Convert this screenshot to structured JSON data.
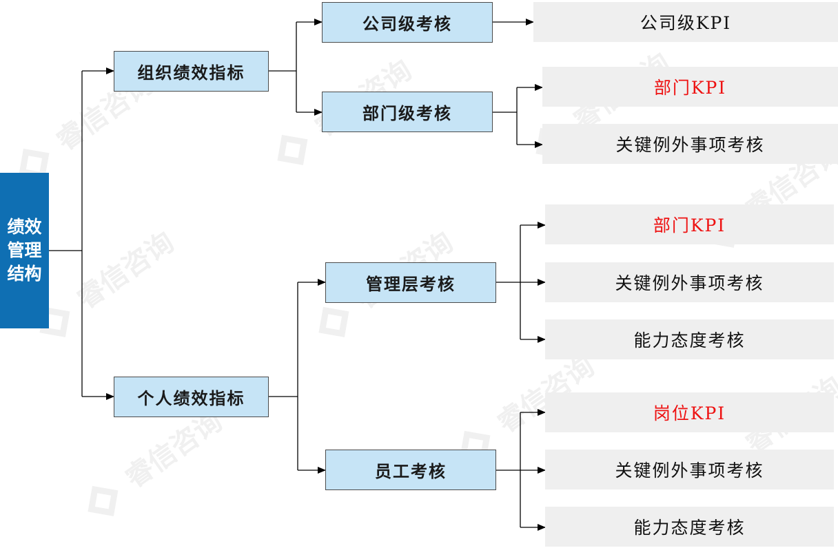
{
  "root": {
    "label": "绩效管理结构"
  },
  "level1": [
    {
      "label": "组织绩效指标"
    },
    {
      "label": "个人绩效指标"
    }
  ],
  "level2": [
    {
      "label": "公司级考核"
    },
    {
      "label": "部门级考核"
    },
    {
      "label": "管理层考核"
    },
    {
      "label": "员工考核"
    }
  ],
  "leaves": [
    {
      "label": "公司级KPI"
    },
    {
      "label": "部门KPI"
    },
    {
      "label": "关键例外事项考核"
    },
    {
      "label": "部门KPI"
    },
    {
      "label": "关键例外事项考核"
    },
    {
      "label": "能力态度考核"
    },
    {
      "label": "岗位KPI"
    },
    {
      "label": "关键例外事项考核"
    },
    {
      "label": "能力态度考核"
    }
  ],
  "watermark": {
    "text": "睿信咨询"
  },
  "colors": {
    "root": "#0f6fb3",
    "node": "#c6e4f6",
    "leaf": "#efefef",
    "highlight": "#ee1111"
  }
}
